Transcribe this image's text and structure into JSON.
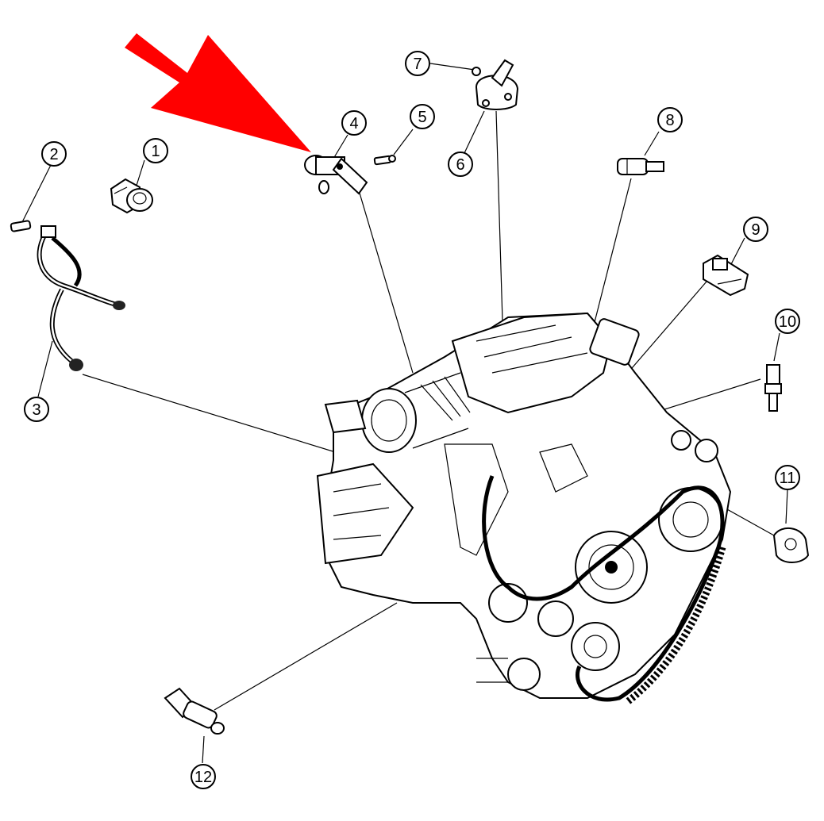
{
  "diagram": {
    "highlight_color": "#ff0000",
    "line_color": "#000000",
    "callouts": [
      {
        "label": "1"
      },
      {
        "label": "2"
      },
      {
        "label": "3"
      },
      {
        "label": "4"
      },
      {
        "label": "5"
      },
      {
        "label": "6"
      },
      {
        "label": "7"
      },
      {
        "label": "8"
      },
      {
        "label": "9"
      },
      {
        "label": "10"
      },
      {
        "label": "11"
      },
      {
        "label": "12"
      }
    ],
    "highlighted_part": "4"
  }
}
